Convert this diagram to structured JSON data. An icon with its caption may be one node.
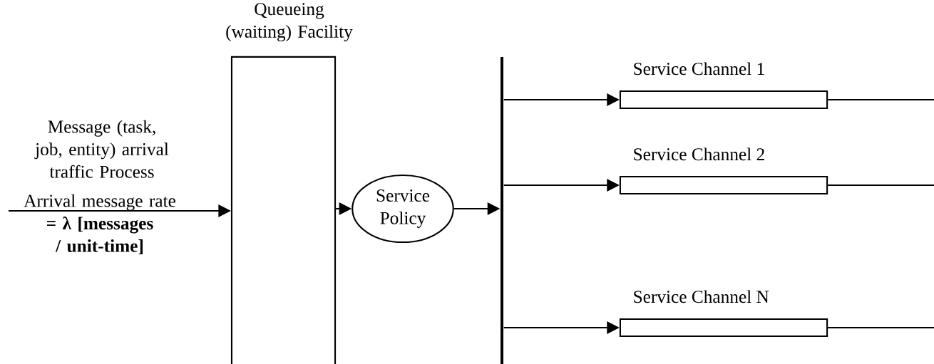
{
  "diagram": {
    "nodes": [
      {
        "text": [
          "Queueing (waiting) Facility"
        ]
      },
      {
        "text": [
          "Service Policy"
        ]
      },
      {
        "text": [],
        "shape": "bar"
      },
      {
        "text": [
          "Service Channel 1"
        ]
      },
      {
        "text": [
          "Service Channel 2"
        ]
      },
      {
        "text": [
          "Service Channel N"
        ]
      }
    ],
    "edges": [
      {
        "from": null,
        "to": 0,
        "arrow": "to",
        "label": "Message (task, job, entity) arrival traffic Process"
      },
      {
        "from": 0,
        "to": 1,
        "arrow": "to"
      },
      {
        "from": 1,
        "to": 2,
        "arrow": "to"
      },
      {
        "from": 2,
        "to": 3,
        "arrow": "to"
      },
      {
        "from": 2,
        "to": 4,
        "arrow": "to"
      },
      {
        "from": 2,
        "to": 5,
        "arrow": "to"
      },
      {
        "from": 3,
        "to": null,
        "arrow": "none"
      },
      {
        "from": 4,
        "to": null,
        "arrow": "none"
      },
      {
        "from": 5,
        "to": null,
        "arrow": "none"
      }
    ],
    "labels": [
      "Arrival message rate **= λ [messages / unit-time]**"
    ]
  }
}
